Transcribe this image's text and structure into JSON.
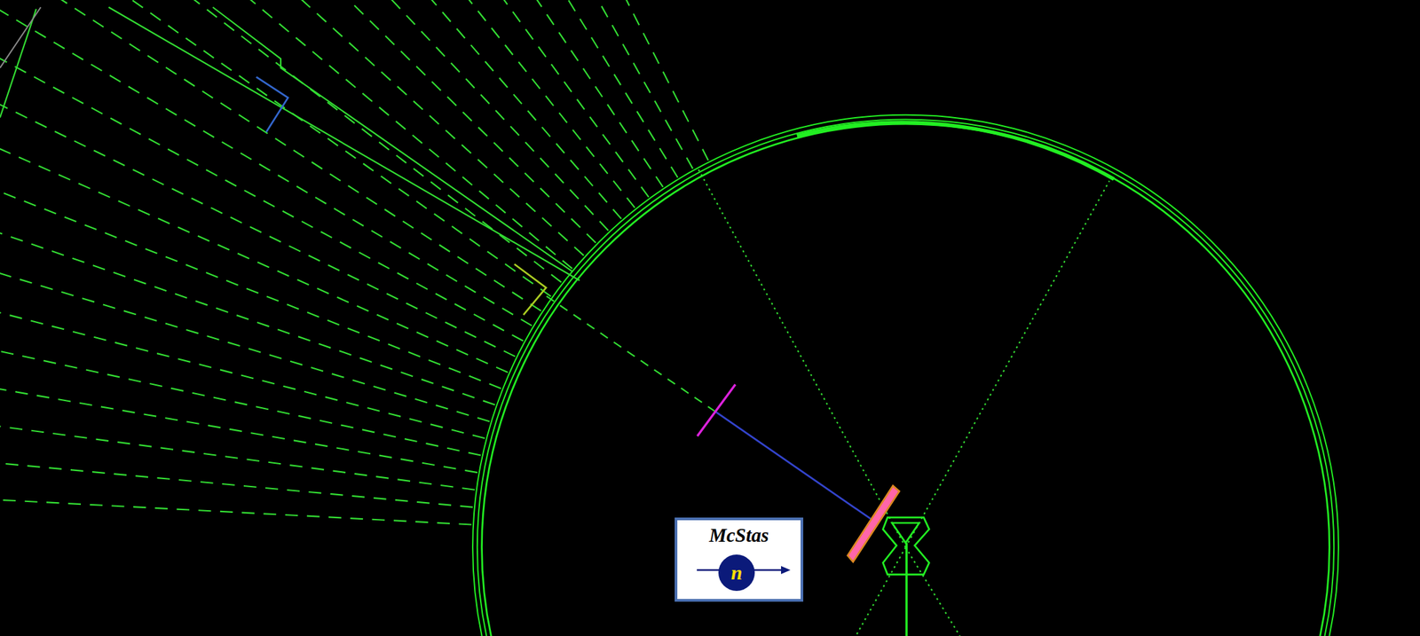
{
  "diagram": {
    "nodes": [
      {
        "text": [
          "McStas"
        ]
      },
      {
        "text": [
          "n"
        ],
        "in": 0
      }
    ]
  }
}
